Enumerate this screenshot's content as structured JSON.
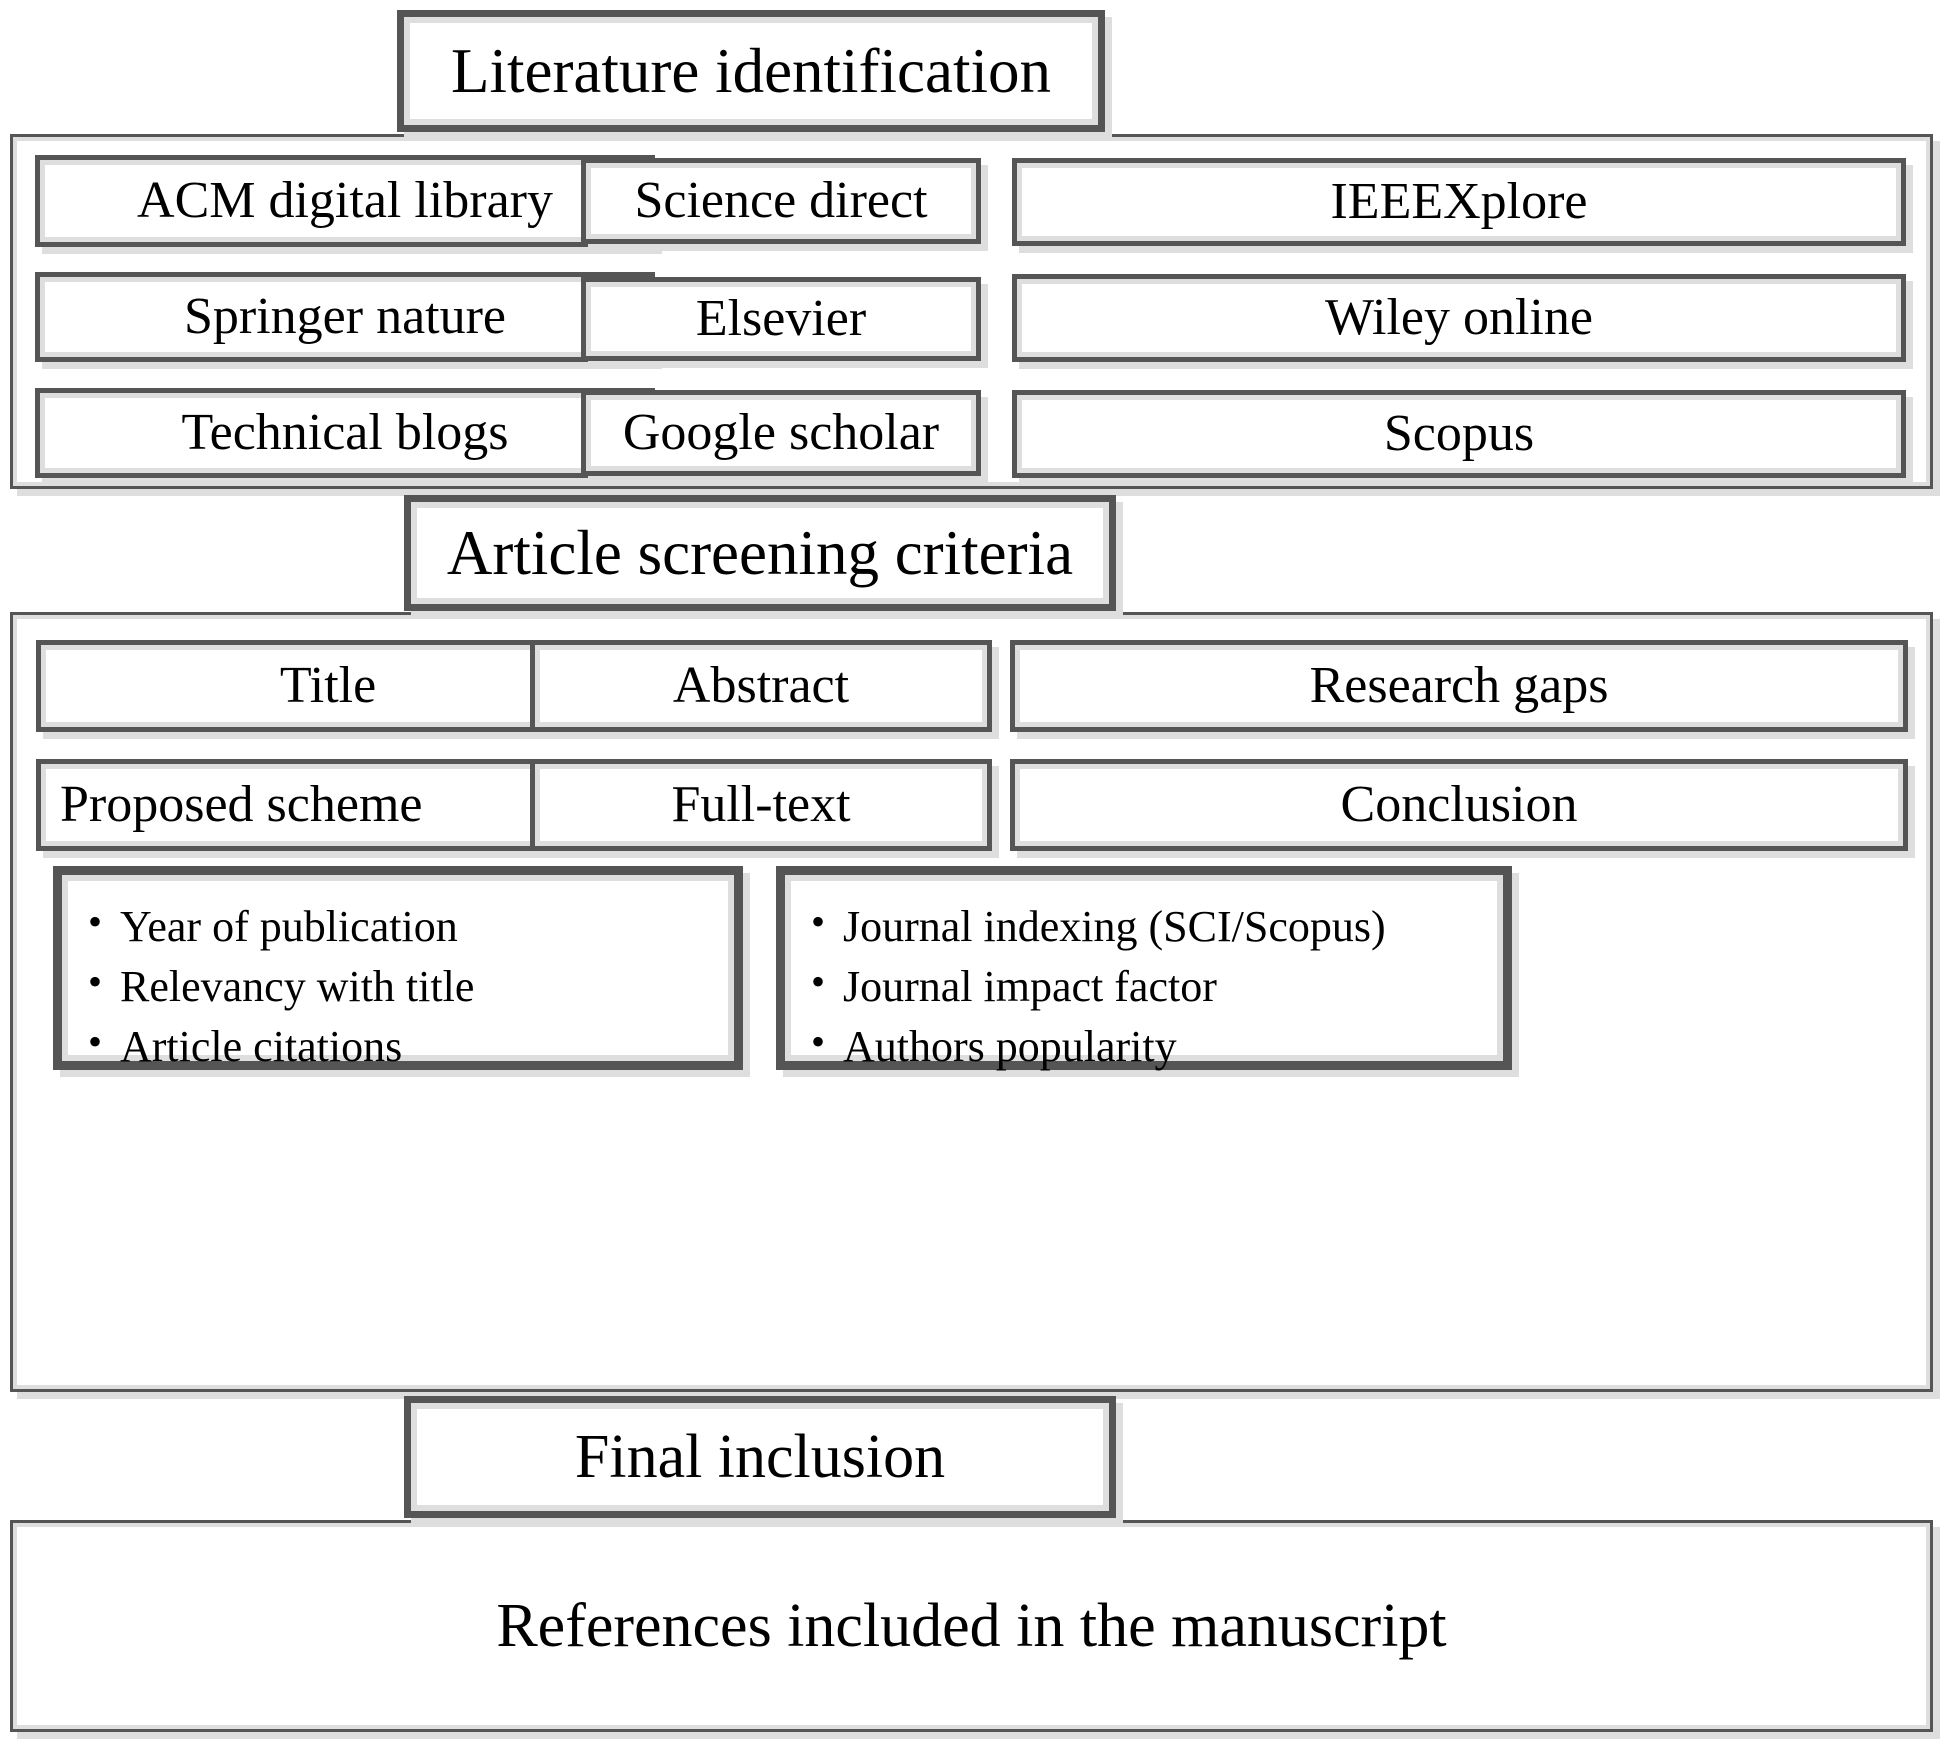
{
  "diagram": {
    "title": "Literature review methodology flowchart",
    "colors": {
      "border": "#555555",
      "inner_line": "#dedede",
      "shadow": "#dedede",
      "background": "#ffffff",
      "text": "#000000"
    },
    "stages": [
      {
        "id": "literature-identification",
        "header": "Literature identification",
        "items": [
          "ACM digital library",
          "Science direct",
          "IEEEXplore",
          "Springer nature",
          "Elsevier",
          "Wiley online",
          "Technical blogs",
          "Google scholar",
          "Scopus"
        ]
      },
      {
        "id": "article-screening-criteria",
        "header": "Article screening criteria",
        "items": [
          "Title",
          "Abstract",
          "Research gaps",
          "Proposed scheme",
          "Full-text",
          "Conclusion"
        ],
        "bullet_groups": [
          {
            "id": "left-criteria",
            "bullets": [
              "Year of publication",
              "Relevancy with title",
              "Article citations"
            ]
          },
          {
            "id": "right-criteria",
            "bullets": [
              "Journal indexing (SCI/Scopus)",
              "Journal impact factor",
              "Authors popularity"
            ]
          }
        ]
      },
      {
        "id": "final-inclusion",
        "header": "Final inclusion",
        "result": "References included in the manuscript"
      }
    ]
  }
}
